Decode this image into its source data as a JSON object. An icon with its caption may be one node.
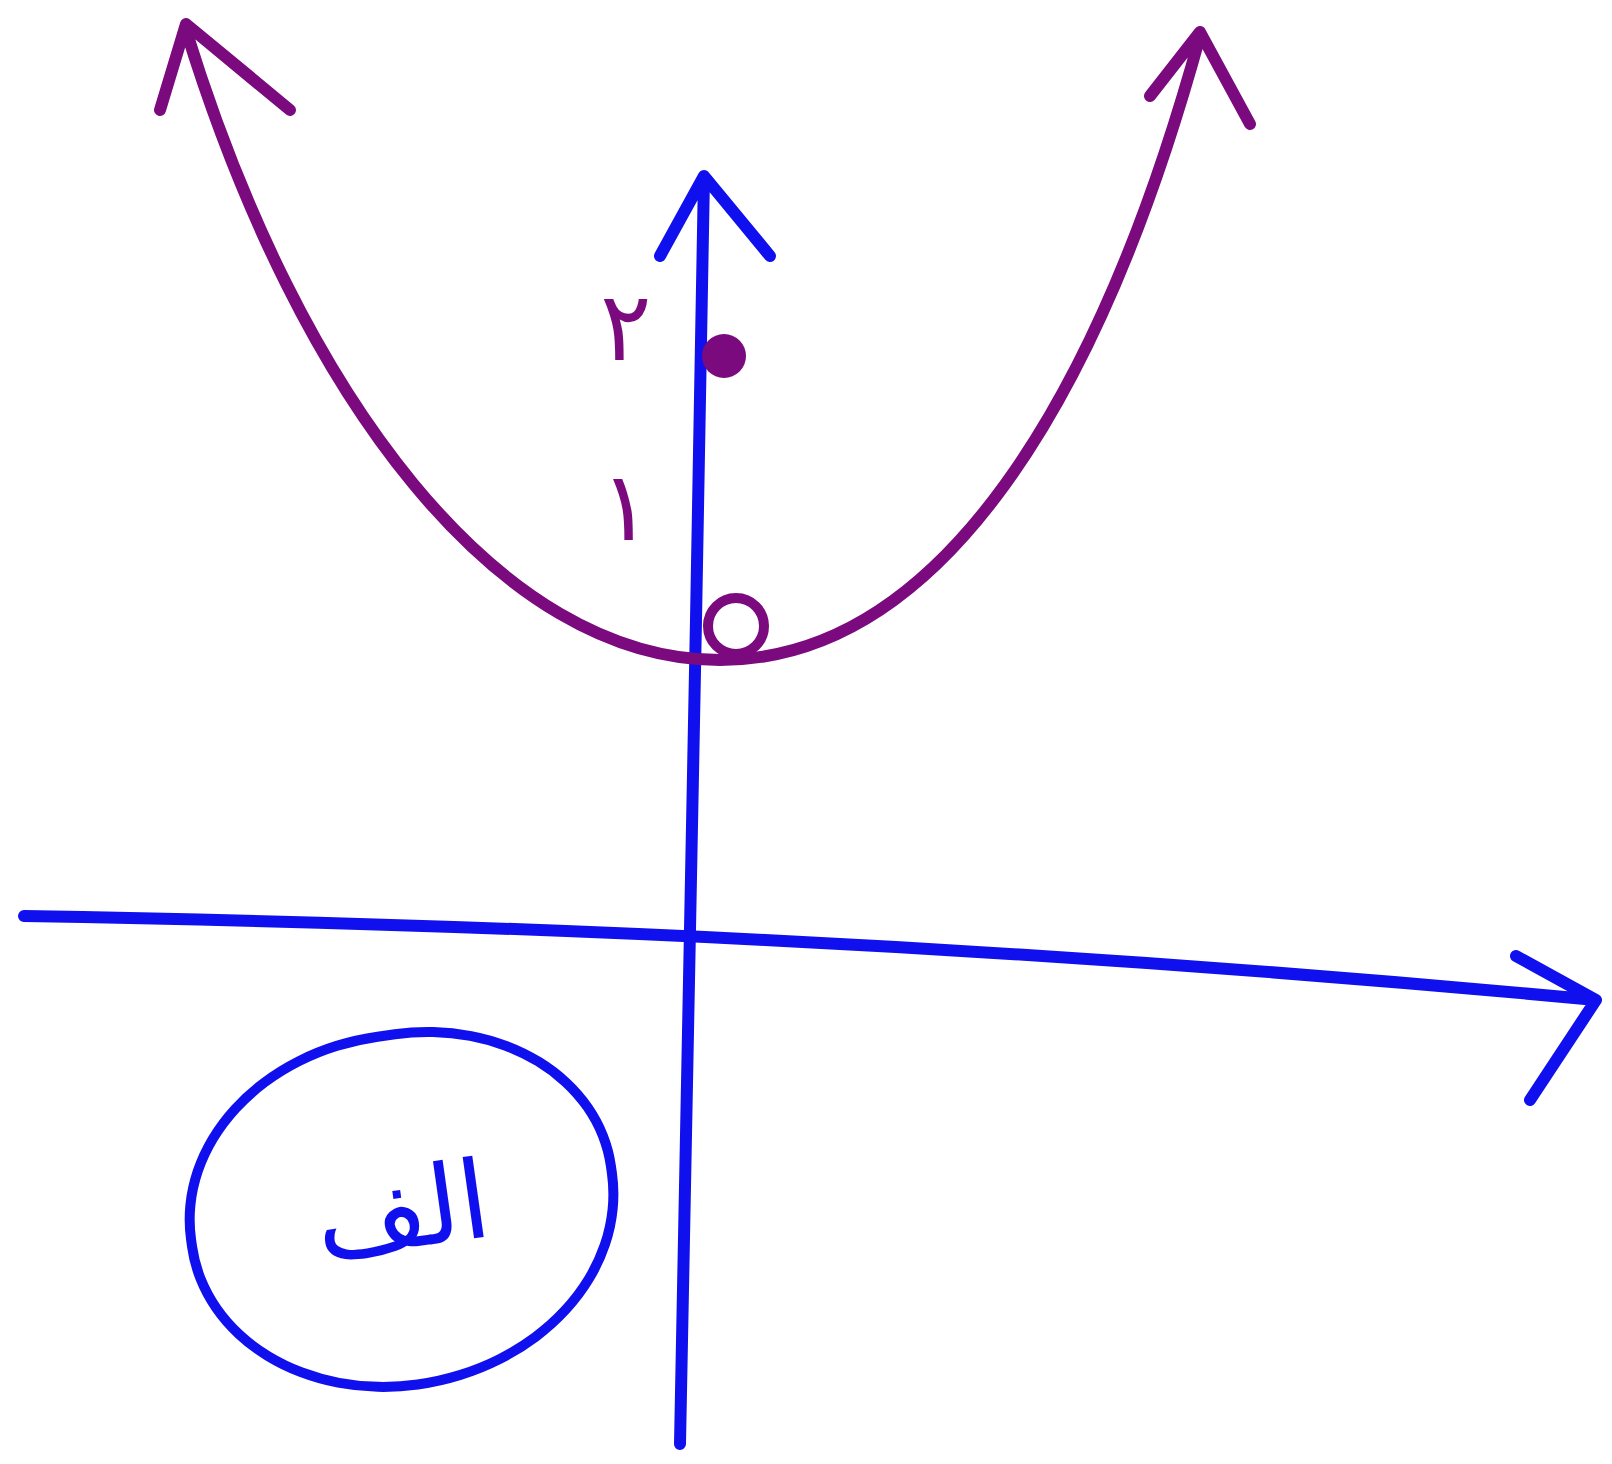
{
  "diagram": {
    "nodes": [
      {
        "text": [
          "الف"
        ]
      }
    ],
    "labels": [
      "۲",
      "۱"
    ]
  }
}
